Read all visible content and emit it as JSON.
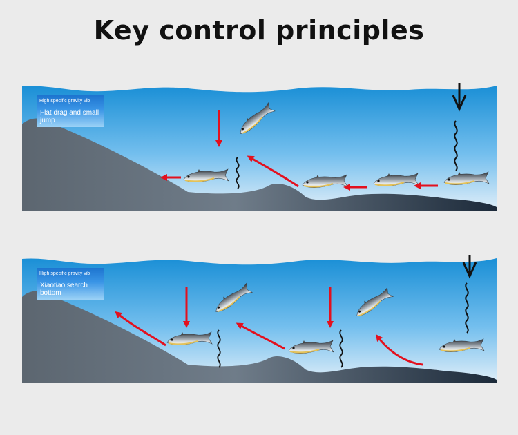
{
  "title": "Key control principles",
  "panels": [
    {
      "subtitle": "High specific gravity vib",
      "label": "Flat drag and small jump"
    },
    {
      "subtitle": "High specific gravity vib",
      "label": "Xiaotiao search bottom"
    }
  ],
  "colors": {
    "background": "#ebebeb",
    "water_top": "#1a8fd6",
    "water_bottom": "#d9ecf8",
    "seabed": "#5d6d7c",
    "arrow_red": "#e3101e",
    "line_black": "#111111"
  }
}
